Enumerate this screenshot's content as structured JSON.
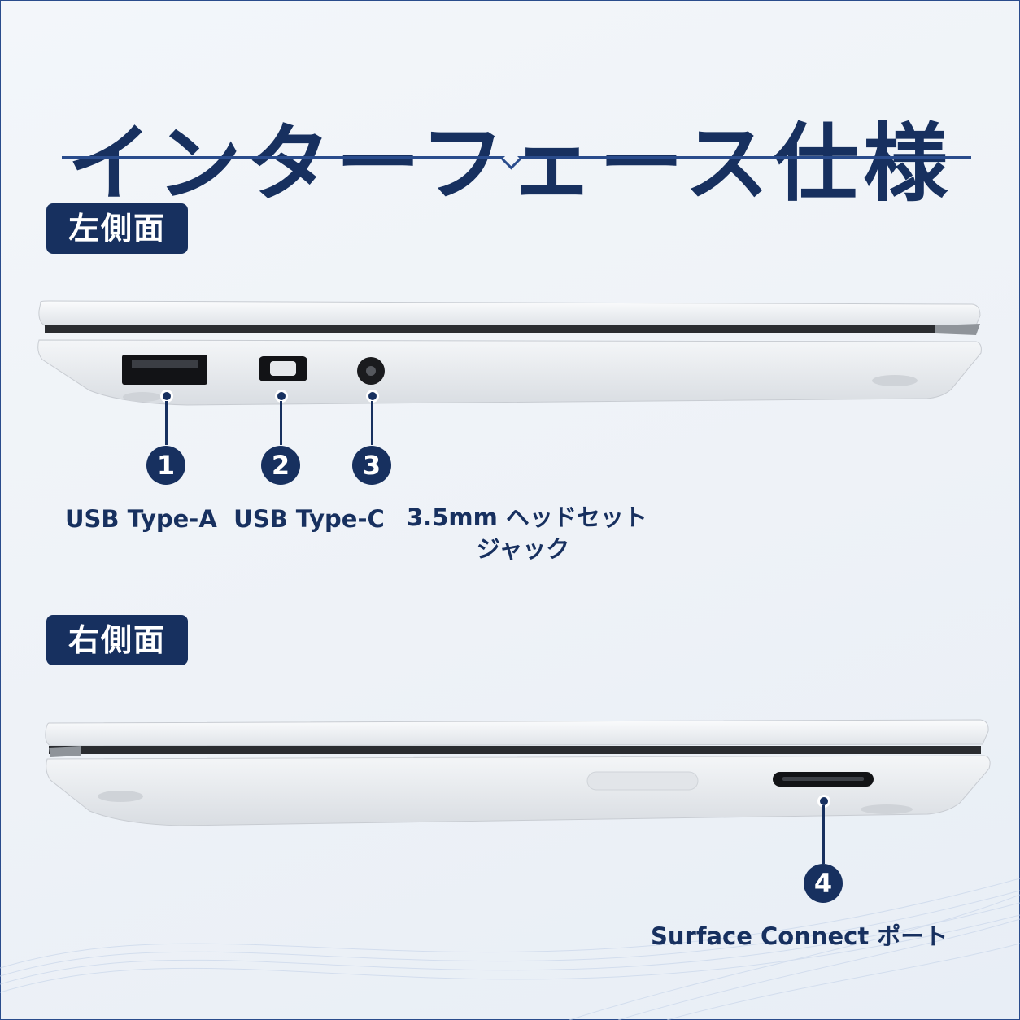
{
  "title": "インターフェース仕様",
  "sections": {
    "left": {
      "heading": "左側面"
    },
    "right": {
      "heading": "右側面"
    }
  },
  "ports": [
    {
      "number": "1",
      "label": "USB Type-A"
    },
    {
      "number": "2",
      "label": "USB Type-C"
    },
    {
      "number": "3",
      "label_line1": "3.5mm ヘッドセット",
      "label_line2": "ジャック"
    },
    {
      "number": "4",
      "label": "Surface Connect ポート"
    }
  ],
  "colors": {
    "navy": "#17305f",
    "laptop_silver": "#e9ecf0",
    "background": "#eef2f7"
  }
}
